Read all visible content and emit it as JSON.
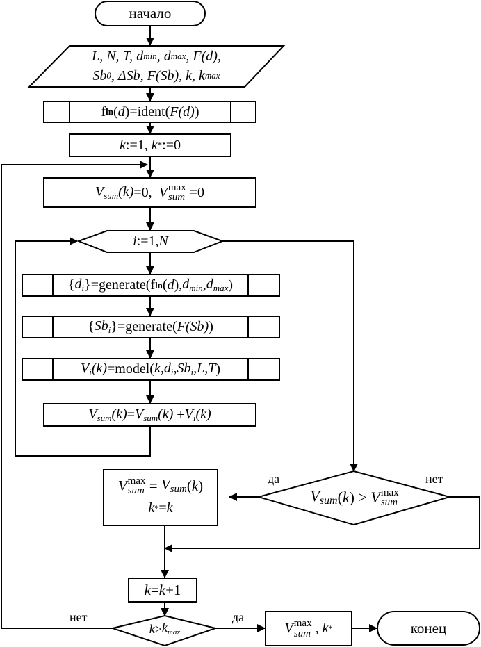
{
  "diagram": {
    "type": "flowchart",
    "language": "ru",
    "start": "начало",
    "end": "конец",
    "input": {
      "line1": [
        "L",
        "N",
        "T",
        "d_min",
        "d_max",
        "F(d)"
      ],
      "line2": [
        "Sb_0",
        "ΔSb",
        "F(Sb)",
        "k",
        "k_max"
      ]
    },
    "identify": {
      "lhs_f": "f",
      "lhs_sub": "ln",
      "lhs_arg": "(d)",
      "eq": "=ident(",
      "arg": "F(d)",
      "close": ")"
    },
    "init": {
      "text": "k:=1, k*:=0"
    },
    "reset": {
      "text": "V_sum(k)=0,  V_sum^max =0"
    },
    "loop": {
      "var": "i",
      "text": ":=1,",
      "limit": "N"
    },
    "gen_d": {
      "set": "{d_i}",
      "eq": "=generate(",
      "f": "f",
      "f_sub": "ln",
      "args": "(d),d_min,d_max)"
    },
    "gen_sb": {
      "set": "{Sb_i}",
      "eq": "=generate(",
      "arg": "F(Sb)",
      "close": ")"
    },
    "model": {
      "lhs": "V_i(k)",
      "eq": "=model(",
      "args": "k,d_i,Sb_i,L,T",
      "close": ")"
    },
    "accumulate": {
      "text": "V_sum(k)=V_sum(k)+V_i(k)"
    },
    "compare": {
      "text": "V_sum(k) > V_sum^max",
      "yes": "да",
      "no": "нет"
    },
    "update": {
      "line1": "V_sum^max = V_sum(k)",
      "line2": "k*=k"
    },
    "increment": {
      "text": "k=k+1"
    },
    "check": {
      "text": "k>k_max",
      "yes": "да",
      "no": "нет"
    },
    "output": {
      "text": "V_sum^max , k*"
    },
    "labels": {
      "max": "max",
      "sum": "sum",
      "min": "min",
      "maxsub": "max",
      "ln": "ln",
      "V": "V",
      "k": "k",
      "i": "i",
      "N": "N",
      "d": "d",
      "L": "L",
      "T": "T",
      "F": "F",
      "Sb": "Sb",
      "star": "*"
    }
  }
}
